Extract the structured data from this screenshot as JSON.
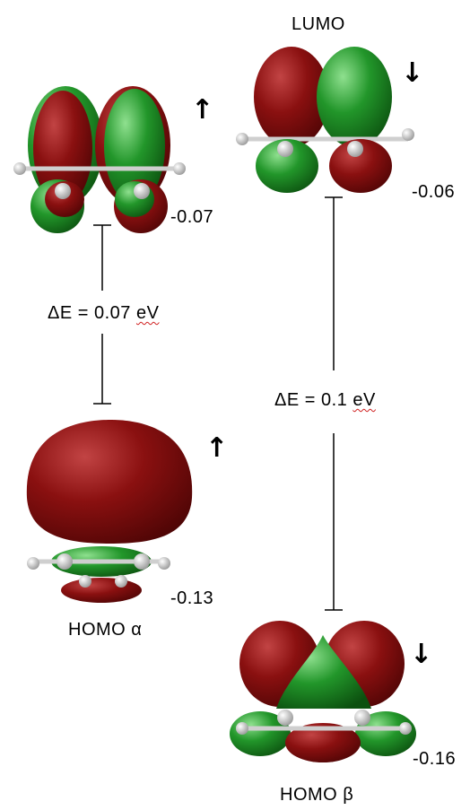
{
  "orbitals": {
    "lumo_alpha": {
      "energy": "-0.07",
      "spin": "↑"
    },
    "lumo_beta": {
      "label": "LUMO",
      "energy": "-0.06",
      "spin": "↓"
    },
    "homo_alpha": {
      "label": "HOMO α",
      "energy": "-0.13",
      "spin": "↑"
    },
    "homo_beta": {
      "label": "HOMO β",
      "energy": "-0.16",
      "spin": "↓"
    }
  },
  "gaps": {
    "alpha": {
      "prefix": "ΔE = 0.07 ",
      "unit": "eV"
    },
    "beta": {
      "prefix": "ΔE = 0.1 ",
      "unit": "eV"
    }
  },
  "colors": {
    "lobe_red": "#7a0c0c",
    "lobe_green": "#1f8f1f",
    "atom": "#e0e0e0",
    "line": "#000000"
  }
}
